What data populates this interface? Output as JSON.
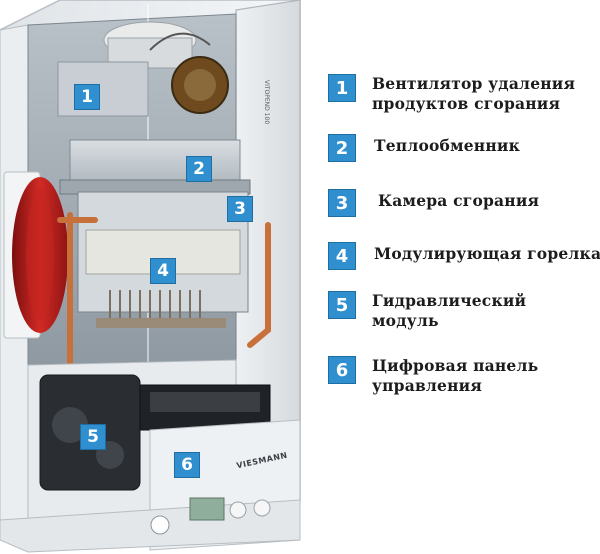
{
  "diagram": {
    "brand_label": "VIESMANN",
    "model_label": "VITOPEND 100",
    "callouts": [
      {
        "number": "1",
        "label_lines": [
          "Вентилятор удаления",
          "продуктов сгорания"
        ]
      },
      {
        "number": "2",
        "label_lines": [
          "Теплообменник"
        ]
      },
      {
        "number": "3",
        "label_lines": [
          "Камера сгорания"
        ]
      },
      {
        "number": "4",
        "label_lines": [
          "Модулирующая горелка"
        ]
      },
      {
        "number": "5",
        "label_lines": [
          "Гидравлический",
          "модуль"
        ]
      },
      {
        "number": "6",
        "label_lines": [
          "Цифровая панель",
          "управления"
        ]
      }
    ],
    "colors": {
      "badge": "#2f8fcf",
      "casing": "#e8ecef",
      "interior": "#c9cfd4",
      "pipe_copper": "#c7703a",
      "expansion_tank": "#b81e1e"
    }
  }
}
